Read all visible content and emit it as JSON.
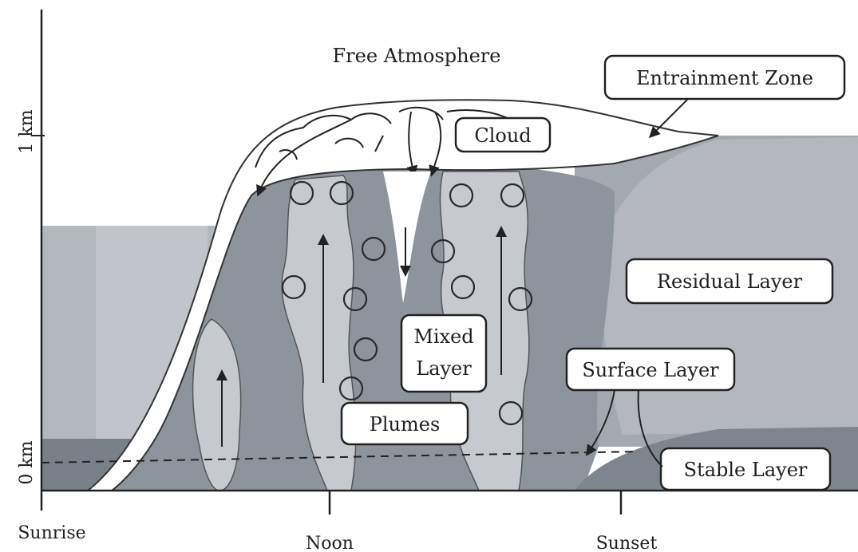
{
  "labels": {
    "free_atmosphere": "Free Atmosphere",
    "entrainment_zone": "Entrainment Zone",
    "cloud": "Cloud",
    "residual_layer": "Residual Layer",
    "mixed_layer_line1": "Mixed",
    "mixed_layer_line2": "Layer",
    "surface_layer": "Surface Layer",
    "plumes": "Plumes",
    "stable_layer": "Stable Layer"
  },
  "axis": {
    "y_top": "1 km",
    "y_bottom": "0 km",
    "x_ticks": [
      "Sunrise",
      "Noon",
      "Sunset"
    ]
  },
  "colors": {
    "background": "#ffffff",
    "residual_layer": "#a9aeb4",
    "residual_light": "#c2c6cb",
    "mixed_layer": "#8f959c",
    "plumes": "#c6cacf",
    "stable_layer": "#7d838b",
    "entrainment": "#ffffff",
    "ink": "#222222"
  }
}
